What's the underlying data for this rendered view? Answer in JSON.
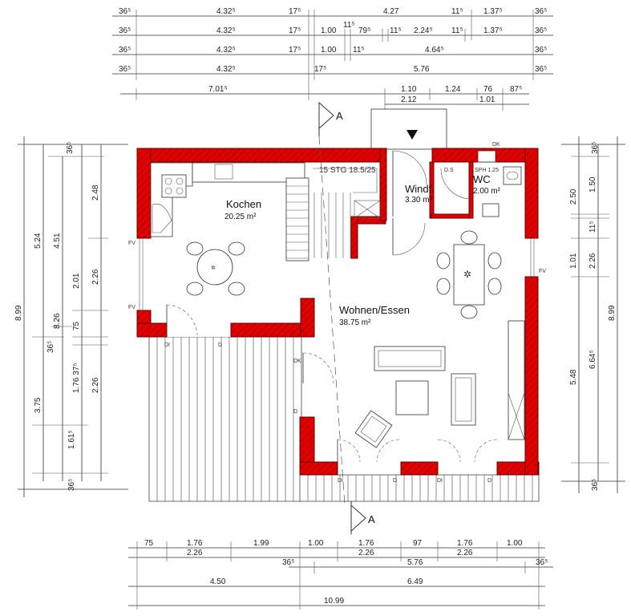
{
  "rooms": {
    "kochen": {
      "name": "Kochen",
      "area": "20.25 m²"
    },
    "wohnen": {
      "name": "Wohnen/Essen",
      "area": "38.75 m²"
    },
    "windf": {
      "name": "Windf.",
      "area": "3.30 m²"
    },
    "wc": {
      "name": "WC",
      "area": "2.00 m²"
    }
  },
  "stair_label": "15 STG 18.5/25",
  "section_marker": "A",
  "labels": {
    "fv": "FV",
    "dk": "DK",
    "di": "DI",
    "d": "D",
    "ds": "D.S",
    "sph": "SPH 1.25"
  },
  "top_dims": {
    "row1": [
      "36⁵",
      "4.32⁵",
      "17⁵",
      "4.27",
      "11⁵",
      "1.37⁵",
      "36⁵"
    ],
    "row2": [
      "36⁵",
      "4.32⁵",
      "17⁵",
      "1.00",
      "11⁵",
      "79⁵",
      "11⁵",
      "2.24⁵",
      "11⁵",
      "1.37⁵",
      "36⁵"
    ],
    "row3": [
      "36⁵",
      "4.32⁵",
      "17⁵",
      "1.00",
      "11⁵",
      "4.64⁵",
      "36⁵"
    ],
    "row4": [
      "36⁵",
      "4.32⁵",
      "17⁵",
      "5.76",
      "36⁵"
    ],
    "row5": [
      "7.01⁵",
      "1.10",
      "1.24",
      "76",
      "87⁵"
    ],
    "row6": [
      "2.12",
      "1.01"
    ]
  },
  "bottom_dims": {
    "row1": [
      "75",
      "1.76",
      "1.99",
      "1.00",
      "1.76",
      "97",
      "1.76",
      "1.00"
    ],
    "row2": [
      "2.26",
      "2.26",
      "2.26"
    ],
    "row3": [
      "36⁵",
      "5.76",
      "36⁵"
    ],
    "row4": [
      "4.50",
      "6.49"
    ],
    "row5": [
      "10.99"
    ]
  },
  "left_dims": {
    "outer": "8.99",
    "col2": [
      "5.24",
      "3.75"
    ],
    "col3": [
      "4.51",
      "8.26",
      "36⁵",
      "1.61⁵"
    ],
    "col4": [
      "2.01",
      "75",
      "1.76 37⁵",
      "36⁵"
    ],
    "col5": [
      "36⁵",
      "2.48",
      "2.26",
      "2.26"
    ]
  },
  "right_dims": {
    "outer": "8.99",
    "col_a": [
      "36⁵",
      "2.50",
      "1.01",
      "5.48",
      "36⁵"
    ],
    "col_b": [
      "1.50",
      "11⁵",
      "2.26",
      "6.64⁵"
    ]
  }
}
